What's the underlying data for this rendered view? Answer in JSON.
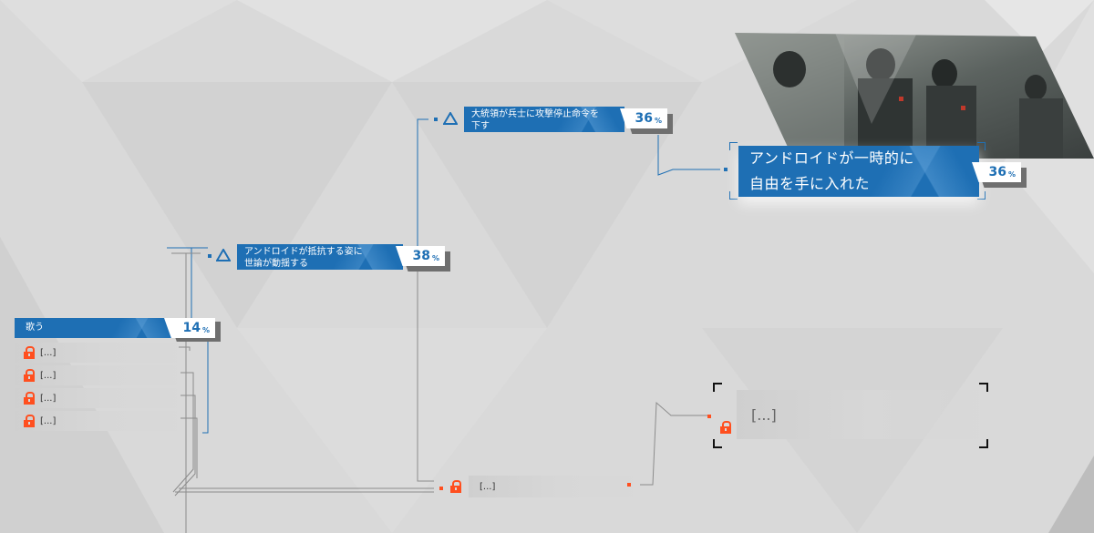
{
  "colors": {
    "accent_blue": "#1e6fb4",
    "lock_orange": "#ff4f1f",
    "background": "#d9d9d9"
  },
  "nodes": {
    "sing": {
      "label": "歌う",
      "percent": "14",
      "symbol": "%"
    },
    "locked_rows": [
      "[...]",
      "[...]",
      "[...]",
      "[...]"
    ],
    "public_opinion": {
      "label_line1": "アンドロイドが抵抗する姿に",
      "label_line2": "世論が動揺する",
      "percent": "38",
      "symbol": "%"
    },
    "president": {
      "label_line1": "大統領が兵士に攻撃停止命令を",
      "label_line2": "下す",
      "percent": "36",
      "symbol": "%"
    },
    "freedom": {
      "label_line1": "アンドロイドが一時的に",
      "label_line2": "自由を手に入れた",
      "percent": "36",
      "symbol": "%"
    },
    "locked_bottom": {
      "label": "[...]"
    },
    "locked_final": {
      "label": "[...]"
    }
  },
  "icons": {
    "lock": "lock-icon",
    "triangle": "triangle-outline-icon"
  }
}
